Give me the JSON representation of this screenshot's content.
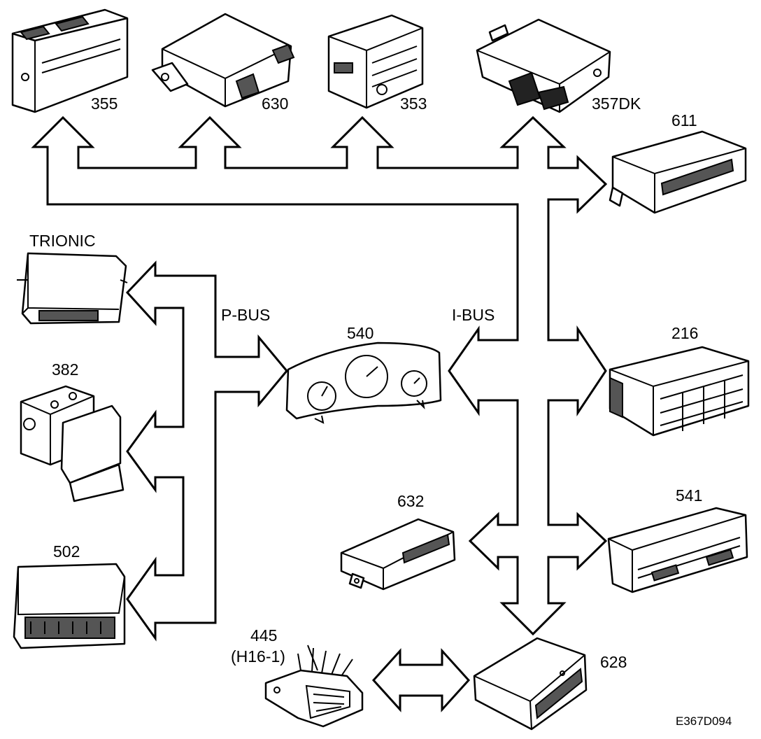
{
  "figure_code": "E367D094",
  "bus_labels": {
    "p_bus": "P-BUS",
    "i_bus": "I-BUS"
  },
  "modules": [
    {
      "id": "355",
      "label": "355"
    },
    {
      "id": "630",
      "label": "630"
    },
    {
      "id": "353",
      "label": "353"
    },
    {
      "id": "357DK",
      "label": "357DK"
    },
    {
      "id": "611",
      "label": "611"
    },
    {
      "id": "trionic",
      "label": "TRIONIC"
    },
    {
      "id": "382",
      "label": "382"
    },
    {
      "id": "502",
      "label": "502"
    },
    {
      "id": "540",
      "label": "540"
    },
    {
      "id": "216",
      "label": "216"
    },
    {
      "id": "632",
      "label": "632"
    },
    {
      "id": "541",
      "label": "541"
    },
    {
      "id": "445",
      "label": "445",
      "sublabel": "(H16-1)"
    },
    {
      "id": "628",
      "label": "628"
    }
  ]
}
